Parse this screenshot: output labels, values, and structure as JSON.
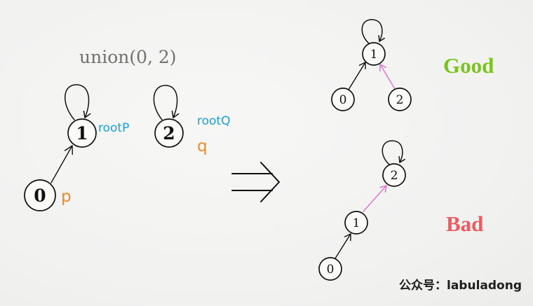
{
  "title": "union(0, 2)",
  "before": {
    "node_0": "0",
    "node_1": "1",
    "node_2": "2",
    "root_p_label": "rootP",
    "root_q_label": "rootQ",
    "p_label": "p",
    "q_label": "q"
  },
  "good": {
    "node_0": "0",
    "node_1": "1",
    "node_2": "2",
    "verdict": "Good"
  },
  "bad": {
    "node_0": "0",
    "node_1": "1",
    "node_2": "2",
    "verdict": "Bad"
  },
  "watermark": "公众号：labuladong",
  "colors": {
    "title": "#707070",
    "root_label": "#19a0d8",
    "pointer_label": "#ec8a2d",
    "good": "#7ac41f",
    "bad": "#ec5a62",
    "new_edge": "#e07cd3"
  }
}
